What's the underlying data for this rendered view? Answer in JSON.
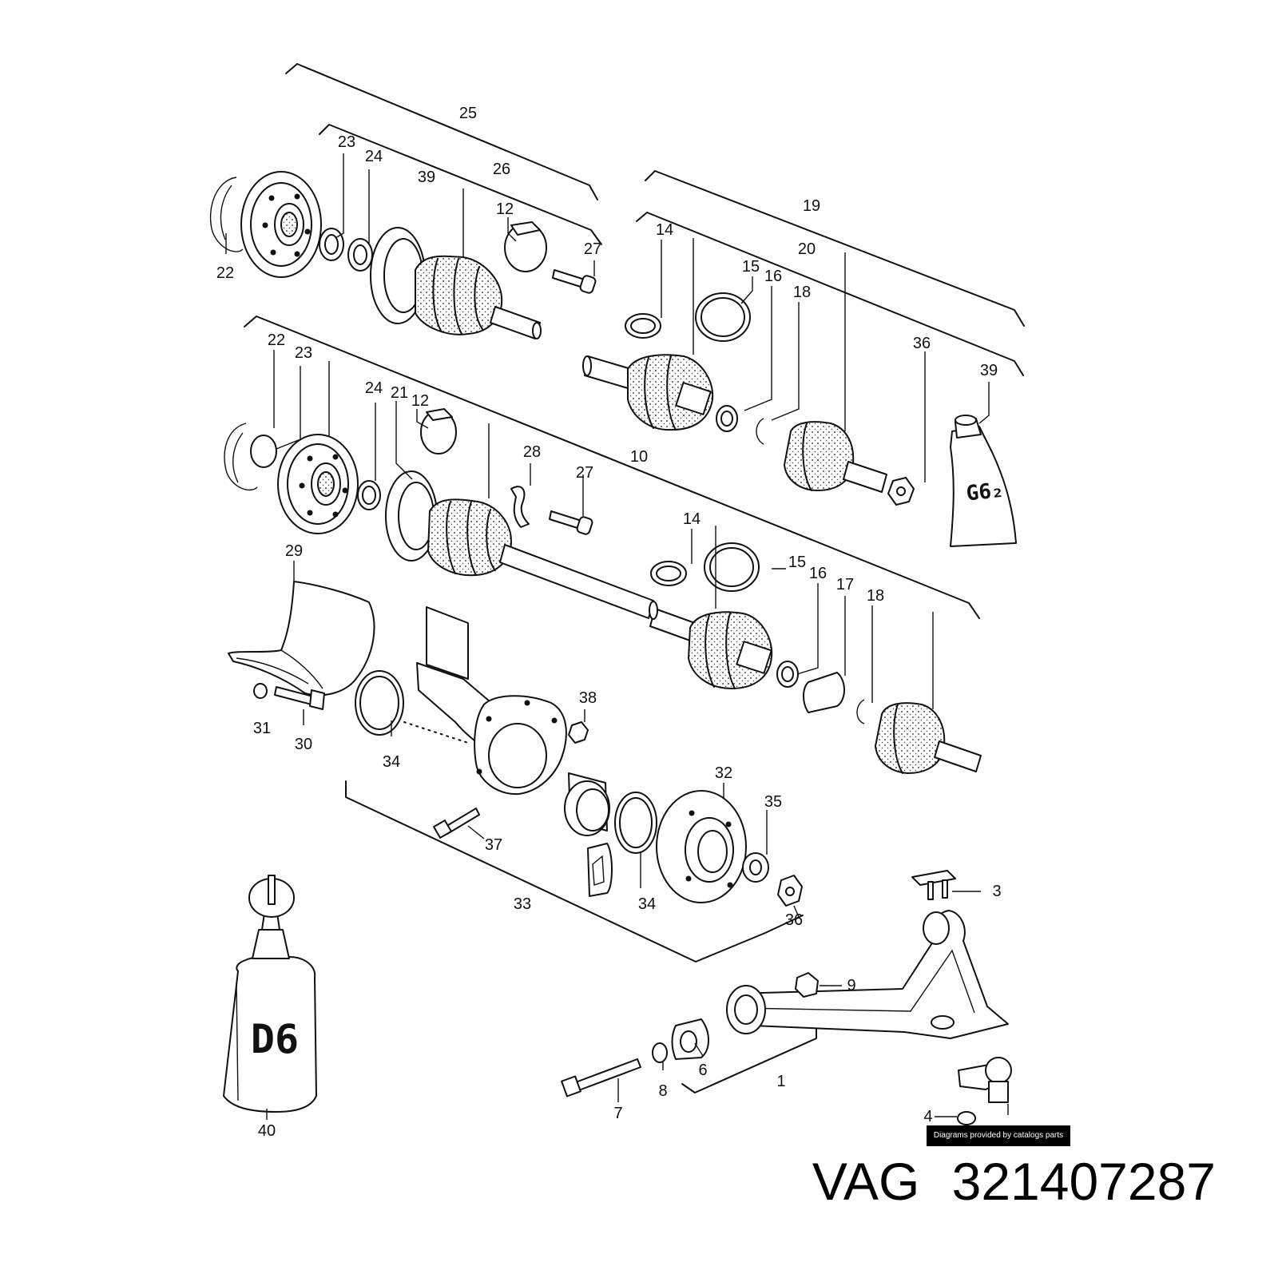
{
  "diagram": {
    "callouts": [
      {
        "id": "c25",
        "text": "25"
      },
      {
        "id": "c23a",
        "text": "23"
      },
      {
        "id": "c24a",
        "text": "24"
      },
      {
        "id": "c39a",
        "text": "39"
      },
      {
        "id": "c26",
        "text": "26"
      },
      {
        "id": "c12a",
        "text": "12"
      },
      {
        "id": "c27a",
        "text": "27"
      },
      {
        "id": "c22a",
        "text": "22"
      },
      {
        "id": "c19",
        "text": "19"
      },
      {
        "id": "c14a",
        "text": "14"
      },
      {
        "id": "c20",
        "text": "20"
      },
      {
        "id": "c15a",
        "text": "15"
      },
      {
        "id": "c16a",
        "text": "16"
      },
      {
        "id": "c18a",
        "text": "18"
      },
      {
        "id": "c36a",
        "text": "36"
      },
      {
        "id": "c39b",
        "text": "39"
      },
      {
        "id": "c22b",
        "text": "22"
      },
      {
        "id": "c23b",
        "text": "23"
      },
      {
        "id": "c24b",
        "text": "24"
      },
      {
        "id": "c21",
        "text": "21"
      },
      {
        "id": "c12b",
        "text": "12"
      },
      {
        "id": "c28",
        "text": "28"
      },
      {
        "id": "c10",
        "text": "10"
      },
      {
        "id": "c27b",
        "text": "27"
      },
      {
        "id": "c14b",
        "text": "14"
      },
      {
        "id": "c15b",
        "text": "15"
      },
      {
        "id": "c16b",
        "text": "16"
      },
      {
        "id": "c17",
        "text": "17"
      },
      {
        "id": "c18b",
        "text": "18"
      },
      {
        "id": "c29",
        "text": "29"
      },
      {
        "id": "c31",
        "text": "31"
      },
      {
        "id": "c30",
        "text": "30"
      },
      {
        "id": "c34a",
        "text": "34"
      },
      {
        "id": "c38",
        "text": "38"
      },
      {
        "id": "c32",
        "text": "32"
      },
      {
        "id": "c35",
        "text": "35"
      },
      {
        "id": "c37",
        "text": "37"
      },
      {
        "id": "c33",
        "text": "33"
      },
      {
        "id": "c34b",
        "text": "34"
      },
      {
        "id": "c36b",
        "text": "36"
      },
      {
        "id": "c3",
        "text": "3"
      },
      {
        "id": "c9",
        "text": "9"
      },
      {
        "id": "c6",
        "text": "6"
      },
      {
        "id": "c1",
        "text": "1"
      },
      {
        "id": "c7",
        "text": "7"
      },
      {
        "id": "c8",
        "text": "8"
      },
      {
        "id": "c4",
        "text": "4"
      },
      {
        "id": "c40",
        "text": "40"
      }
    ],
    "tubes": {
      "grease": "G6₂",
      "oil": "D6"
    }
  },
  "credit": "Diagrams provided by catalogs parts",
  "caption": {
    "brand": "VAG",
    "part_number": "321407287"
  }
}
